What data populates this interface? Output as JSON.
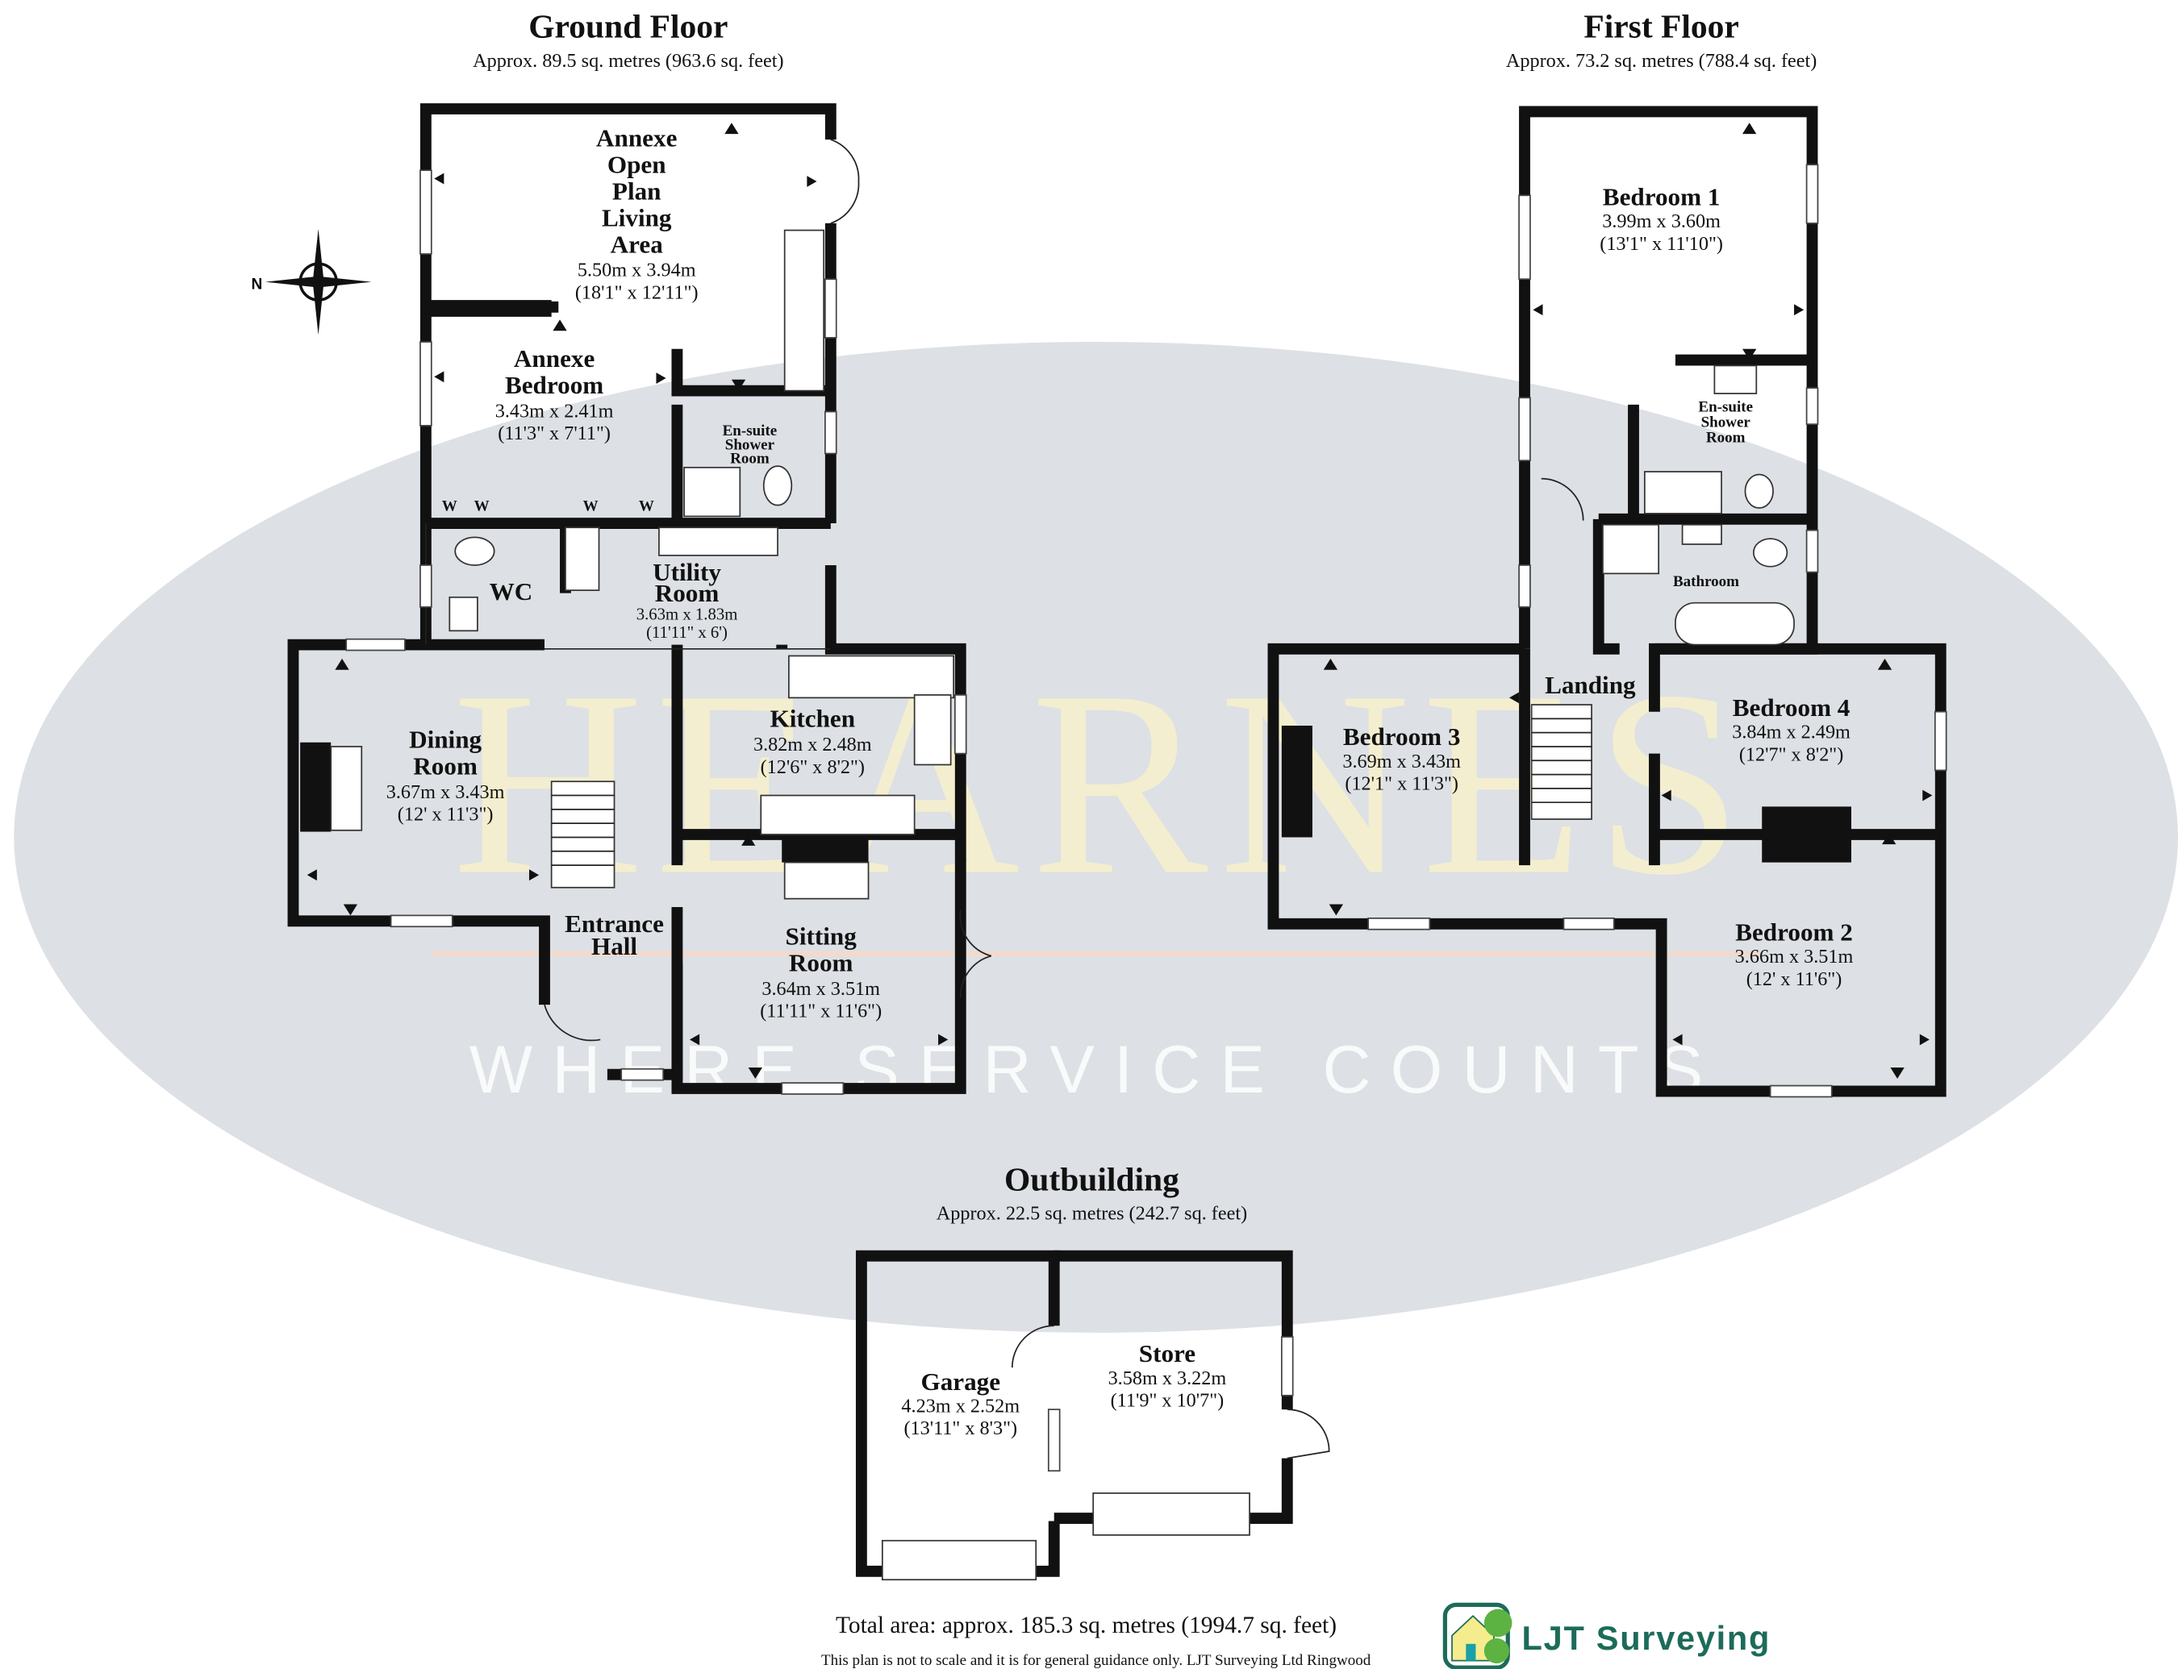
{
  "watermark": {
    "brand": "HEARNES",
    "tagline": "WHERE SERVICE COUNTS"
  },
  "compass": {
    "label": "N"
  },
  "floors": {
    "ground": {
      "title": "Ground Floor",
      "area": "Approx. 89.5 sq. metres (963.6 sq. feet)"
    },
    "first": {
      "title": "First Floor",
      "area": "Approx. 73.2 sq. metres (788.4 sq. feet)"
    },
    "outbuilding": {
      "title": "Outbuilding",
      "area": "Approx. 22.5 sq. metres (242.7 sq. feet)"
    }
  },
  "rooms": {
    "annexe_living": {
      "lines": [
        "Annexe",
        "Open",
        "Plan",
        "Living",
        "Area"
      ],
      "metric": "5.50m x 3.94m",
      "imperial": "(18'1\" x 12'11\")"
    },
    "annexe_bedroom": {
      "lines": [
        "Annexe",
        "Bedroom"
      ],
      "metric": "3.43m x 2.41m",
      "imperial": "(11'3\" x 7'11\")"
    },
    "ground_ensuite": {
      "lines": [
        "En-suite",
        "Shower",
        "Room"
      ]
    },
    "wardrobe_label": "W",
    "wc": {
      "lines": [
        "WC"
      ]
    },
    "utility": {
      "lines": [
        "Utility",
        "Room"
      ],
      "metric": "3.63m x 1.83m",
      "imperial": "(11'11\" x 6')"
    },
    "dining": {
      "lines": [
        "Dining",
        "Room"
      ],
      "metric": "3.67m x 3.43m",
      "imperial": "(12' x 11'3\")"
    },
    "kitchen": {
      "lines": [
        "Kitchen"
      ],
      "metric": "3.82m x 2.48m",
      "imperial": "(12'6\" x 8'2\")"
    },
    "entrance_hall": {
      "lines": [
        "Entrance",
        "Hall"
      ]
    },
    "sitting": {
      "lines": [
        "Sitting",
        "Room"
      ],
      "metric": "3.64m x 3.51m",
      "imperial": "(11'11\" x 11'6\")"
    },
    "bedroom1": {
      "lines": [
        "Bedroom 1"
      ],
      "metric": "3.99m x 3.60m",
      "imperial": "(13'1\" x 11'10\")"
    },
    "first_ensuite": {
      "lines": [
        "En-suite",
        "Shower",
        "Room"
      ]
    },
    "bathroom": {
      "lines": [
        "Bathroom"
      ]
    },
    "landing": {
      "lines": [
        "Landing"
      ]
    },
    "bedroom3": {
      "lines": [
        "Bedroom 3"
      ],
      "metric": "3.69m x 3.43m",
      "imperial": "(12'1\" x 11'3\")"
    },
    "bedroom4": {
      "lines": [
        "Bedroom 4"
      ],
      "metric": "3.84m x 2.49m",
      "imperial": "(12'7\" x 8'2\")"
    },
    "bedroom2": {
      "lines": [
        "Bedroom 2"
      ],
      "metric": "3.66m x 3.51m",
      "imperial": "(12' x 11'6\")"
    },
    "garage": {
      "lines": [
        "Garage"
      ],
      "metric": "4.23m x 2.52m",
      "imperial": "(13'11\" x 8'3\")"
    },
    "store": {
      "lines": [
        "Store"
      ],
      "metric": "3.58m x 3.22m",
      "imperial": "(11'9\" x 10'7\")"
    }
  },
  "footer": {
    "total": "Total area: approx. 185.3 sq. metres (1994.7 sq. feet)",
    "disclaimer": "This plan is not to scale and it is for general guidance only. LJT Surveying Ltd Ringwood",
    "logo_text": "LJT Surveying"
  },
  "colors": {
    "watermark_ellipse": "#dde0e4",
    "watermark_text": "#fbf3c8",
    "logo_green": "#1d6b5a",
    "wall": "#111111"
  }
}
